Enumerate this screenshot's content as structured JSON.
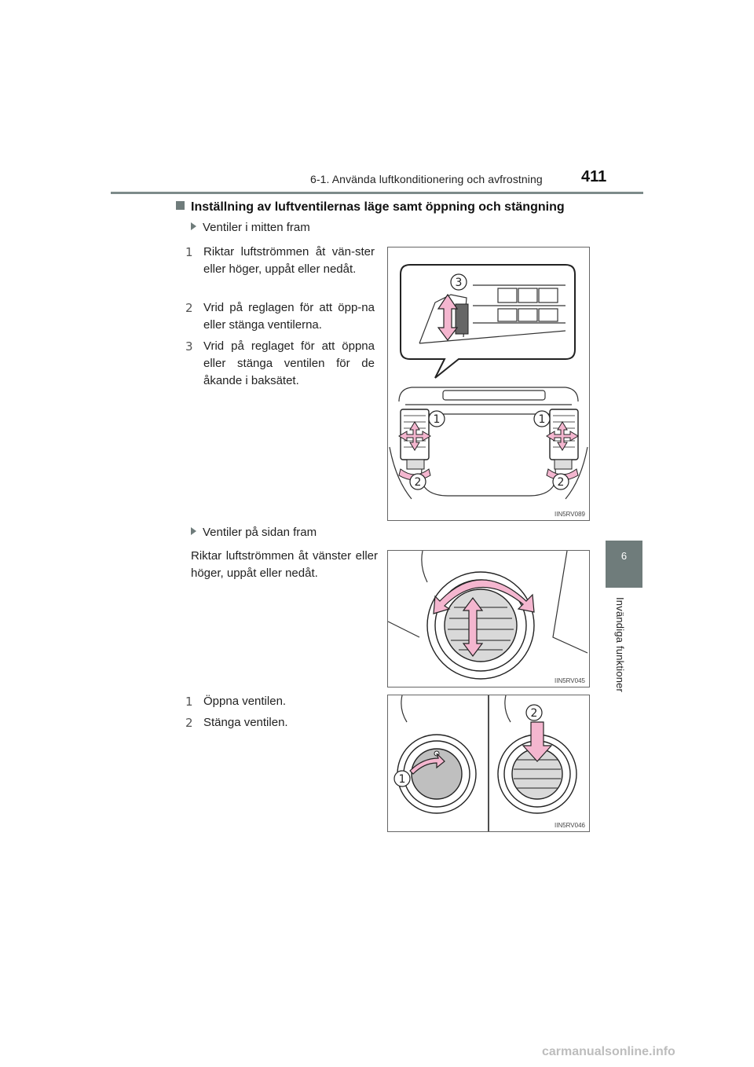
{
  "header": {
    "title": "6-1. Använda luftkonditionering och avfrostning",
    "page_number": "411"
  },
  "side_tab": {
    "number": "6",
    "label": "Invändiga funktioner"
  },
  "section": {
    "heading": "Inställning av luftventilernas läge samt öppning och stängning"
  },
  "center_vents": {
    "bullet": "Ventiler i mitten fram",
    "items": [
      {
        "num": "1",
        "text": "Riktar luftströmmen åt vän-ster eller höger, uppåt eller nedåt."
      },
      {
        "num": "2",
        "text": "Vrid på reglagen för att öpp-na eller stänga ventilerna."
      },
      {
        "num": "3",
        "text": "Vrid på reglaget för att öppna eller stänga ventilen för de åkande i baksätet."
      }
    ],
    "figure_code": "IIN5RV089",
    "callouts": [
      "1",
      "1",
      "2",
      "2",
      "3"
    ]
  },
  "side_vents": {
    "bullet": "Ventiler på sidan fram",
    "text": "Riktar luftströmmen åt vänster eller höger, uppåt eller nedåt.",
    "figure_code": "IIN5RV045"
  },
  "open_close": {
    "items": [
      {
        "num": "1",
        "text": "Öppna ventilen."
      },
      {
        "num": "2",
        "text": "Stänga ventilen."
      }
    ],
    "figure_code": "IIN5RV046",
    "callouts": [
      "1",
      "2"
    ]
  },
  "watermark": "carmanualsonline.info",
  "colors": {
    "accent_gray": "#6f7c7b",
    "arrow_pink": "#f4b6cf"
  }
}
